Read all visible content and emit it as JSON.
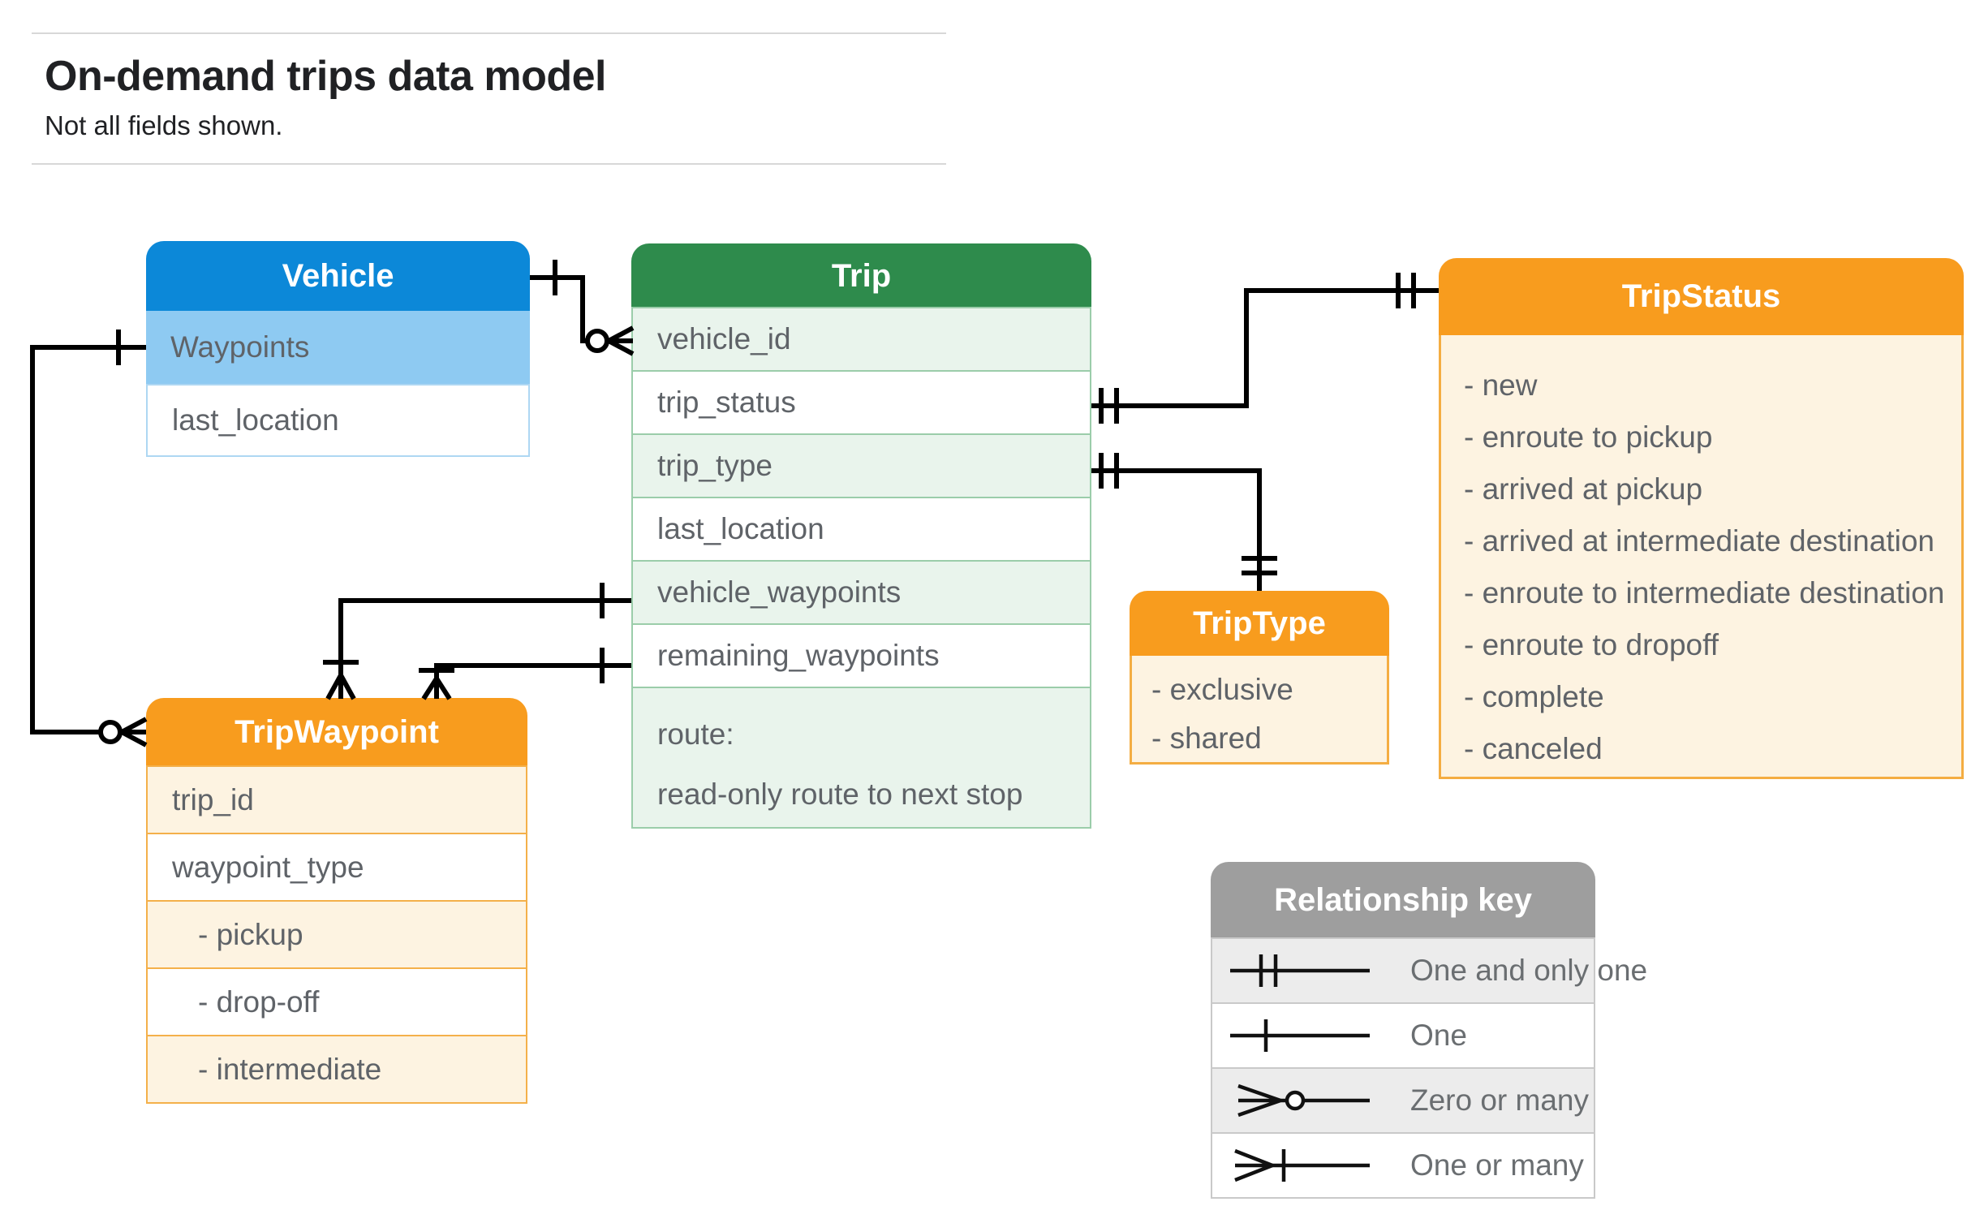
{
  "page": {
    "title": "On-demand trips data model",
    "subtitle": "Not all fields shown."
  },
  "colors": {
    "vehicle_header": "#0c88d8",
    "vehicle_row_highlight": "#8ecaf2",
    "trip_header": "#2e8b4c",
    "trip_row_tint": "#e9f4ec",
    "orange_header": "#f89c1e",
    "orange_row_tint": "#fdf3e1",
    "legend_header": "#9e9e9e",
    "legend_row_tint": "#ececec",
    "connector": "#000000",
    "field_text": "#5f6368"
  },
  "entities": {
    "vehicle": {
      "title": "Vehicle",
      "rows": [
        "Waypoints",
        "last_location"
      ]
    },
    "trip": {
      "title": "Trip",
      "rows": [
        "vehicle_id",
        "trip_status",
        "trip_type",
        "last_location",
        "vehicle_waypoints",
        "remaining_waypoints"
      ],
      "route_line1": "route:",
      "route_line2": "read-only route to next stop"
    },
    "tripStatus": {
      "title": "TripStatus",
      "items": [
        "- new",
        "- enroute to pickup",
        "- arrived at pickup",
        "- arrived at intermediate destination",
        "- enroute to intermediate destination",
        "- enroute to dropoff",
        "- complete",
        "- canceled"
      ]
    },
    "tripWaypoint": {
      "title": "TripWaypoint",
      "rows": [
        "trip_id",
        "waypoint_type",
        "- pickup",
        "- drop-off",
        "- intermediate"
      ]
    },
    "tripType": {
      "title": "TripType",
      "items": [
        "- exclusive",
        "- shared"
      ]
    }
  },
  "legend": {
    "title": "Relationship key",
    "items": [
      {
        "symbol": "one-and-only-one",
        "label": "One and only one"
      },
      {
        "symbol": "one",
        "label": "One"
      },
      {
        "symbol": "zero-or-many",
        "label": "Zero or many"
      },
      {
        "symbol": "one-or-many",
        "label": "One or many"
      }
    ]
  },
  "relationships": [
    {
      "from": "Vehicle",
      "to": "Trip.vehicle_id",
      "from_cardinality": "one",
      "to_cardinality": "zero or many"
    },
    {
      "from": "Trip.trip_status",
      "to": "TripStatus",
      "from_cardinality": "one and only one",
      "to_cardinality": "one and only one"
    },
    {
      "from": "Trip.trip_type",
      "to": "TripType",
      "from_cardinality": "one and only one",
      "to_cardinality": "one and only one"
    },
    {
      "from": "Trip.vehicle_waypoints",
      "to": "TripWaypoint",
      "from_cardinality": "one",
      "to_cardinality": "one or many"
    },
    {
      "from": "Trip.remaining_waypoints",
      "to": "TripWaypoint",
      "from_cardinality": "one",
      "to_cardinality": "one or many"
    },
    {
      "from": "Vehicle.Waypoints",
      "to": "TripWaypoint",
      "from_cardinality": "one",
      "to_cardinality": "zero or many"
    }
  ]
}
